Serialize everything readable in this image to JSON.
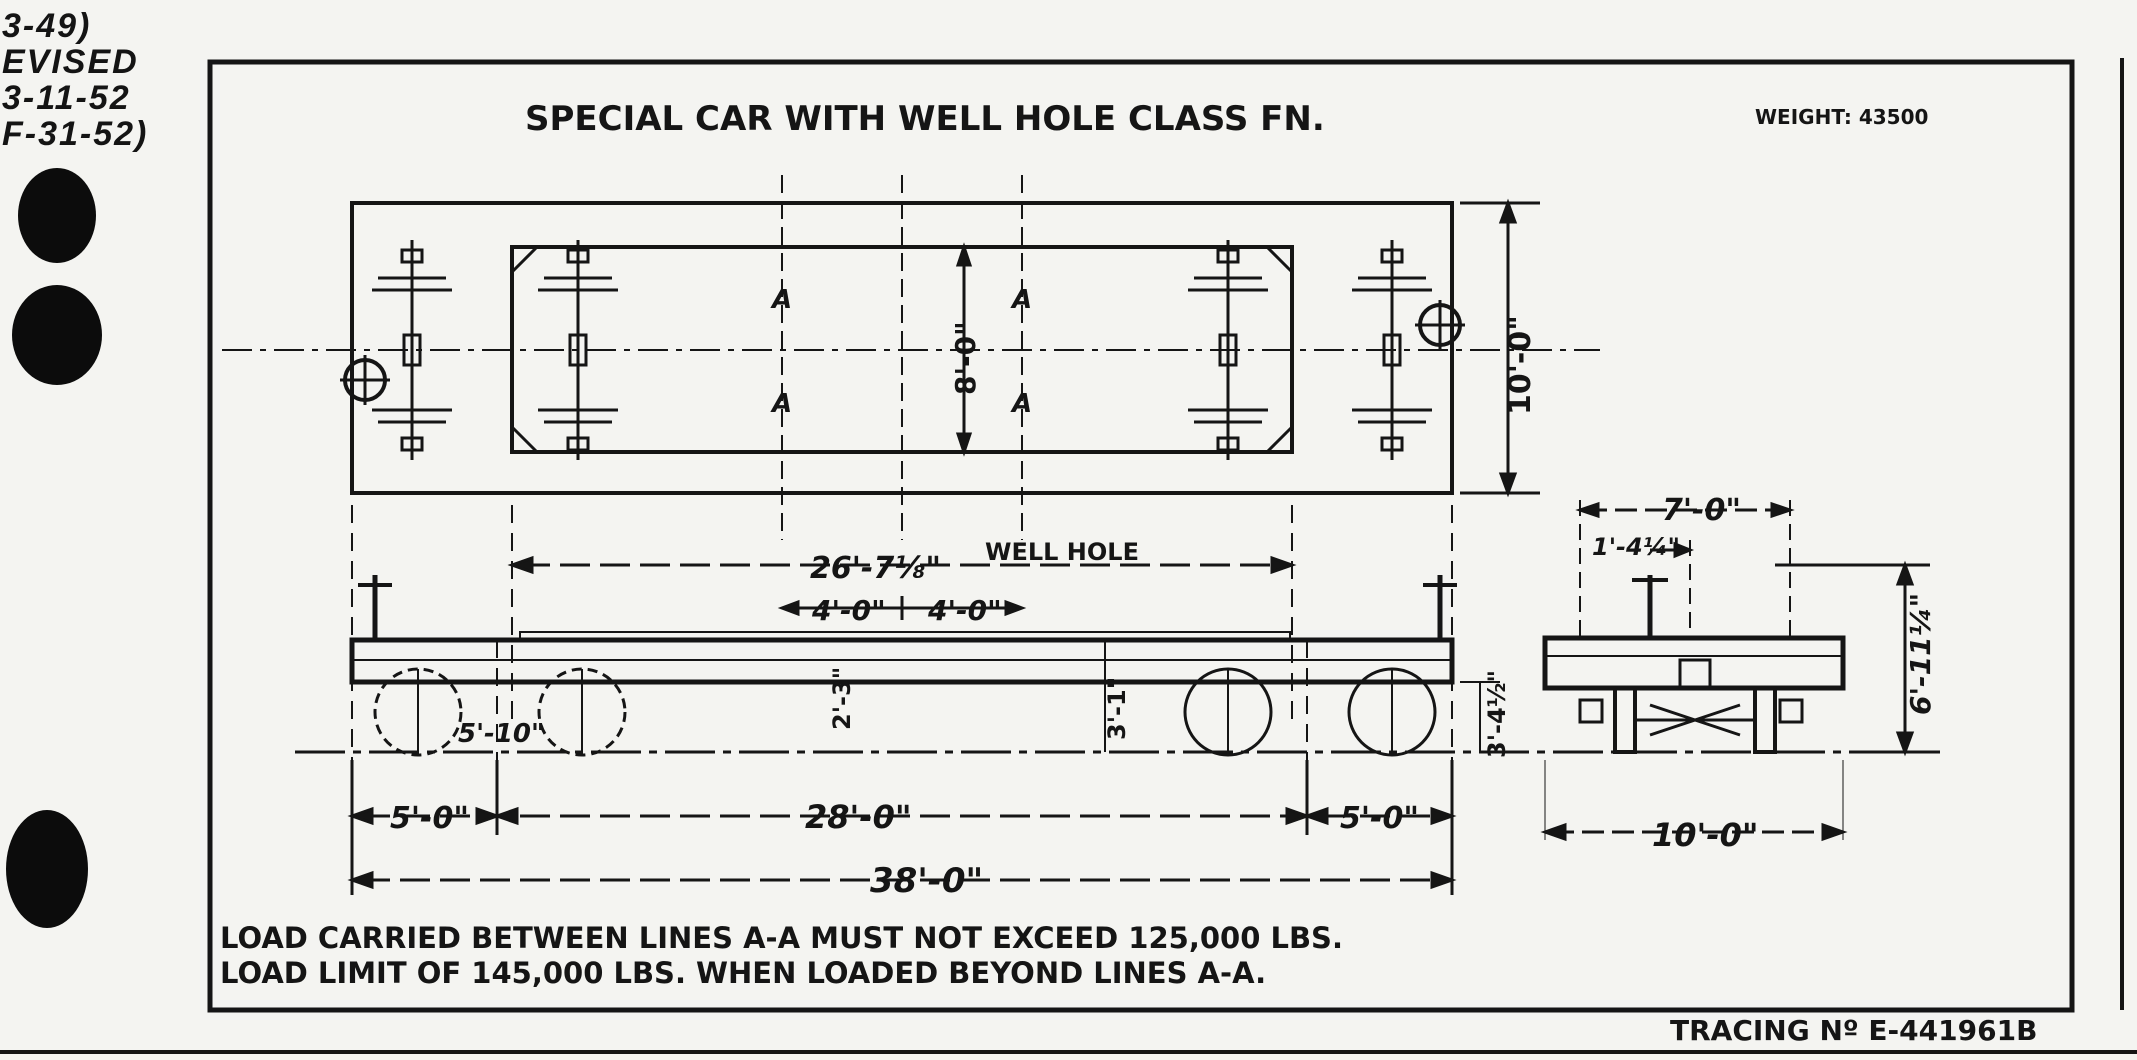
{
  "revisions": [
    "3-49)",
    "EVISED",
    "3-11-52",
    "F-31-52)"
  ],
  "drawing": {
    "title": "SPECIAL CAR WITH WELL HOLE CLASS FN.",
    "weight": "WEIGHT: 43500",
    "tracing": "TRACING Nº E-441961B"
  },
  "dimensions": {
    "width_plan": "10'-0\"",
    "well_width": "8'-0\"",
    "well_hole_length": "26'-7⅛\"",
    "well_hole_label": "WELL HOLE",
    "a_spacing_left": "4'-0\"",
    "a_spacing_right": "4'-0\"",
    "wheelbase": "5'-10\"",
    "truck_left": "5'-0\"",
    "truck_centers": "28'-0\"",
    "truck_right": "5'-0\"",
    "overall_length": "38'-0\"",
    "deck_low": "2'-3\"",
    "deck_high": "3'-1\"",
    "deck_height_end": "3'-4½\"",
    "end_width_top": "7'-0\"",
    "end_offset": "1'-4¼\"",
    "end_height": "6'-11¼\"",
    "end_width_bottom": "10'-0\"",
    "section_mark": "A"
  },
  "notes": [
    "LOAD CARRIED BETWEEN LINES A-A MUST NOT EXCEED 125,000 LBS.",
    "LOAD LIMIT OF 145,000 LBS. WHEN LOADED BEYOND LINES A-A."
  ]
}
